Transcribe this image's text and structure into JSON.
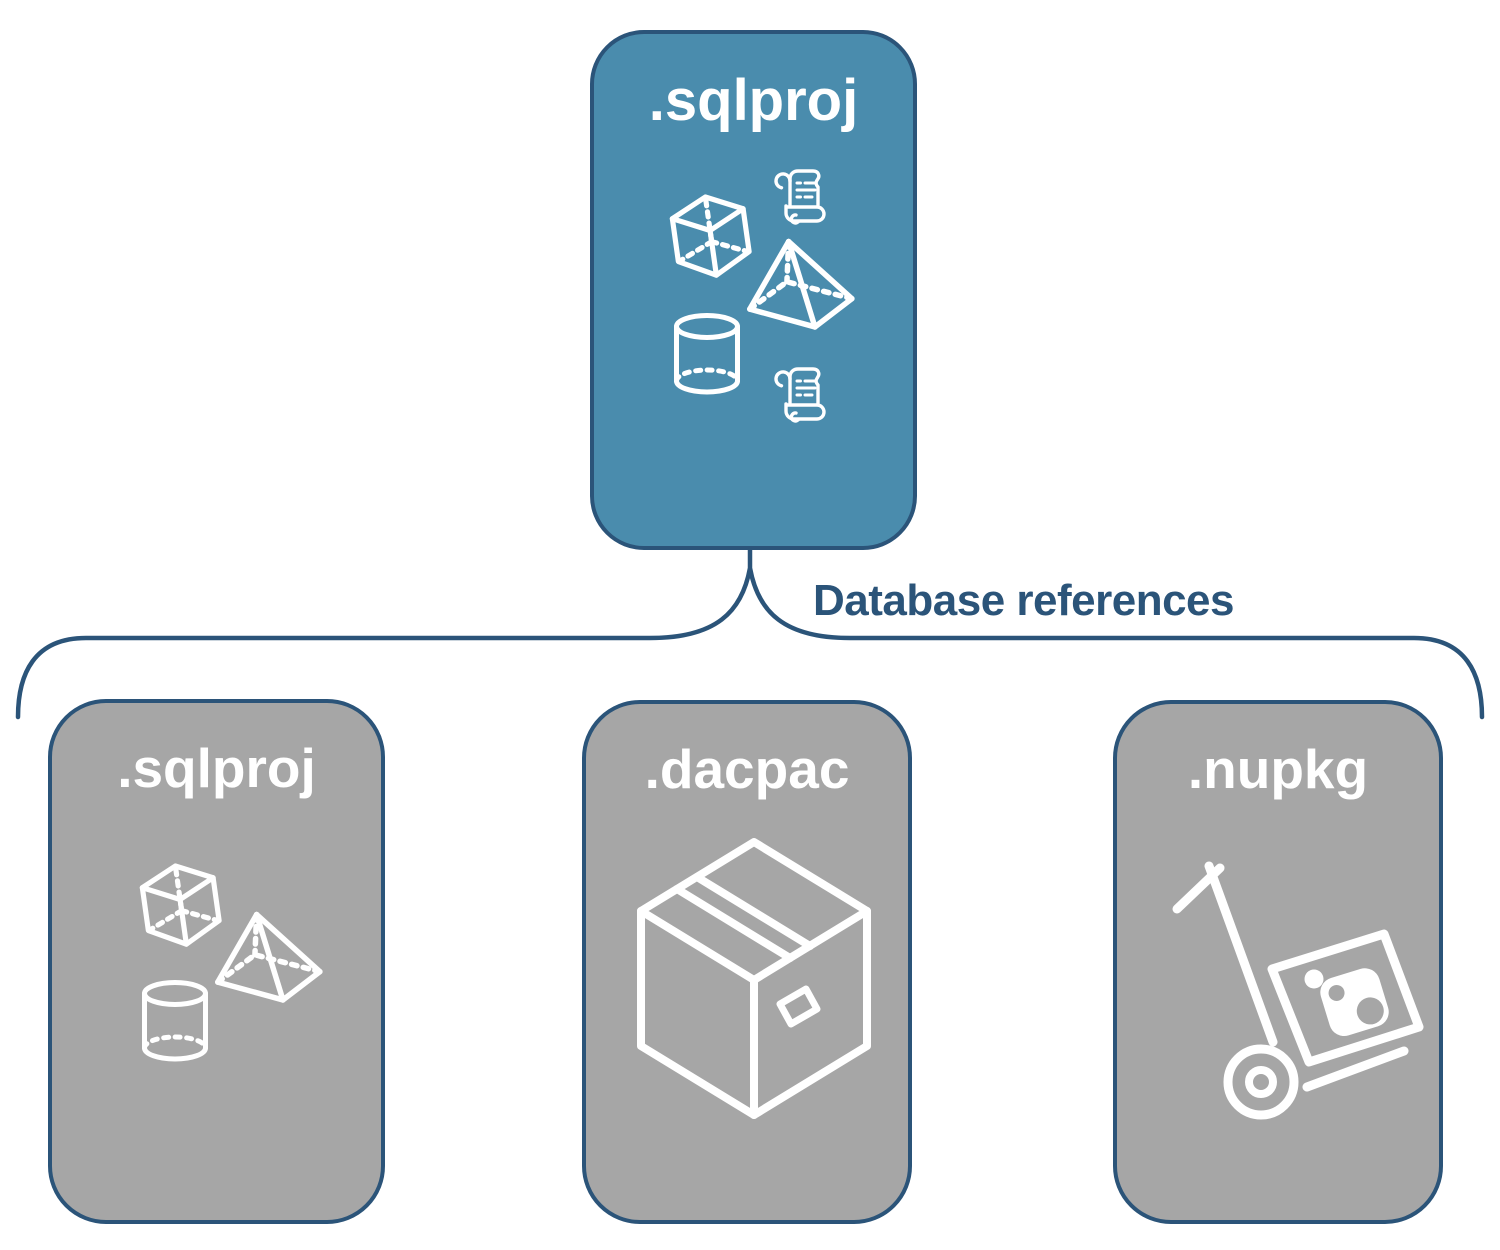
{
  "diagram": {
    "connector": {
      "label": "Database references",
      "type": "curly-brace"
    },
    "top_node": {
      "label": ".sqlproj",
      "icons": [
        "scroll-icon",
        "cube-icon",
        "pyramid-icon",
        "cylinder-icon",
        "scroll-icon"
      ]
    },
    "child_nodes": [
      {
        "label": ".sqlproj",
        "icons": [
          "cube-icon",
          "pyramid-icon",
          "cylinder-icon"
        ]
      },
      {
        "label": ".dacpac",
        "icons": [
          "package-box-icon"
        ]
      },
      {
        "label": ".nupkg",
        "icons": [
          "hand-truck-icon",
          "nuget-logo"
        ]
      }
    ]
  },
  "colors": {
    "accent_blue": "#4A8CAD",
    "node_gray": "#A6A6A6",
    "border_navy": "#2B5479",
    "label_navy": "#2B5479",
    "icon_white": "#FFFFFF",
    "background": "#FFFFFF"
  }
}
